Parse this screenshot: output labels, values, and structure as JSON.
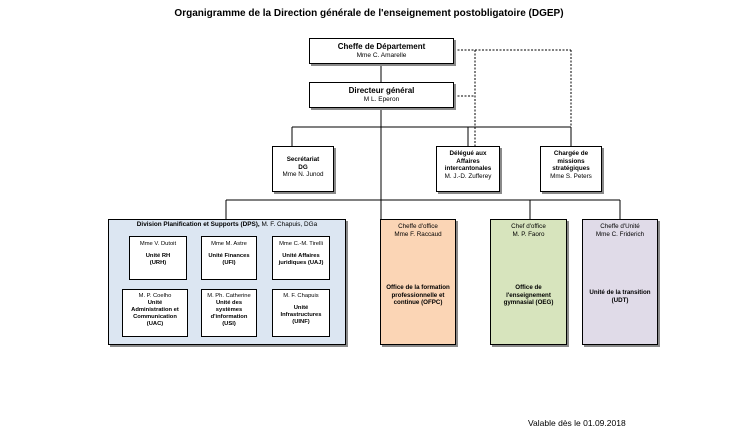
{
  "title": "Organigramme de la Direction générale de l'enseignement postobligatoire (DGEP)",
  "cheffe": {
    "role": "Cheffe de Département",
    "name": "Mme C. Amarelle"
  },
  "directeur": {
    "role": "Directeur général",
    "name": "M L. Eperon"
  },
  "secretariat": {
    "line1": "Secrétariat",
    "line2": "DG",
    "name": "Mme N. Junod"
  },
  "delegue": {
    "line1": "Délégué aux",
    "line2": "Affaires",
    "line3": "intercantonales",
    "name": "M. J.-D. Zufferey"
  },
  "chargee": {
    "line1": "Chargée de",
    "line2": "missions",
    "line3": "stratégiques",
    "name": "Mme S. Peters"
  },
  "dps": {
    "title": "Division Planification et Supports (DPS),",
    "head": "M. F. Chapuis, DGa"
  },
  "units": [
    {
      "name": "Mme V. Dutoit",
      "lines": [
        "Unité RH",
        "(URH)"
      ]
    },
    {
      "name": "Mme M. Astre",
      "lines": [
        "Unité Finances",
        "(UFI)"
      ]
    },
    {
      "name": "Mme C.-M. Tirelli",
      "lines": [
        "Unité Affaires",
        "juridiques (UAJ)"
      ]
    },
    {
      "name": "M. P. Coelho",
      "lines": [
        "Unité",
        "Administration et",
        "Communication",
        "(UAC)"
      ]
    },
    {
      "name": "M. Ph. Catherine",
      "lines": [
        "Unité des",
        "systèmes",
        "d'information",
        "(USI)"
      ]
    },
    {
      "name": "M. F. Chapuis",
      "lines": [
        "Unité",
        "Infrastructures",
        "(UINF)"
      ]
    }
  ],
  "ofpc": {
    "role": "Cheffe d'office",
    "name": "Mme F. Raccaud",
    "lines": [
      "Office de la formation",
      "professionnelle et",
      "continue (OFPC)"
    ]
  },
  "oeg": {
    "role": "Chef d'office",
    "name": "M. P. Faoro",
    "lines": [
      "Office de",
      "l'enseignement",
      "gymnasial (OEG)"
    ]
  },
  "udt": {
    "role": "Cheffe d'Unité",
    "name": "Mme C. Friderich",
    "lines": [
      "Unité de la transition",
      "(UDT)"
    ]
  },
  "footer": "Valable dès le 01.09.2018"
}
